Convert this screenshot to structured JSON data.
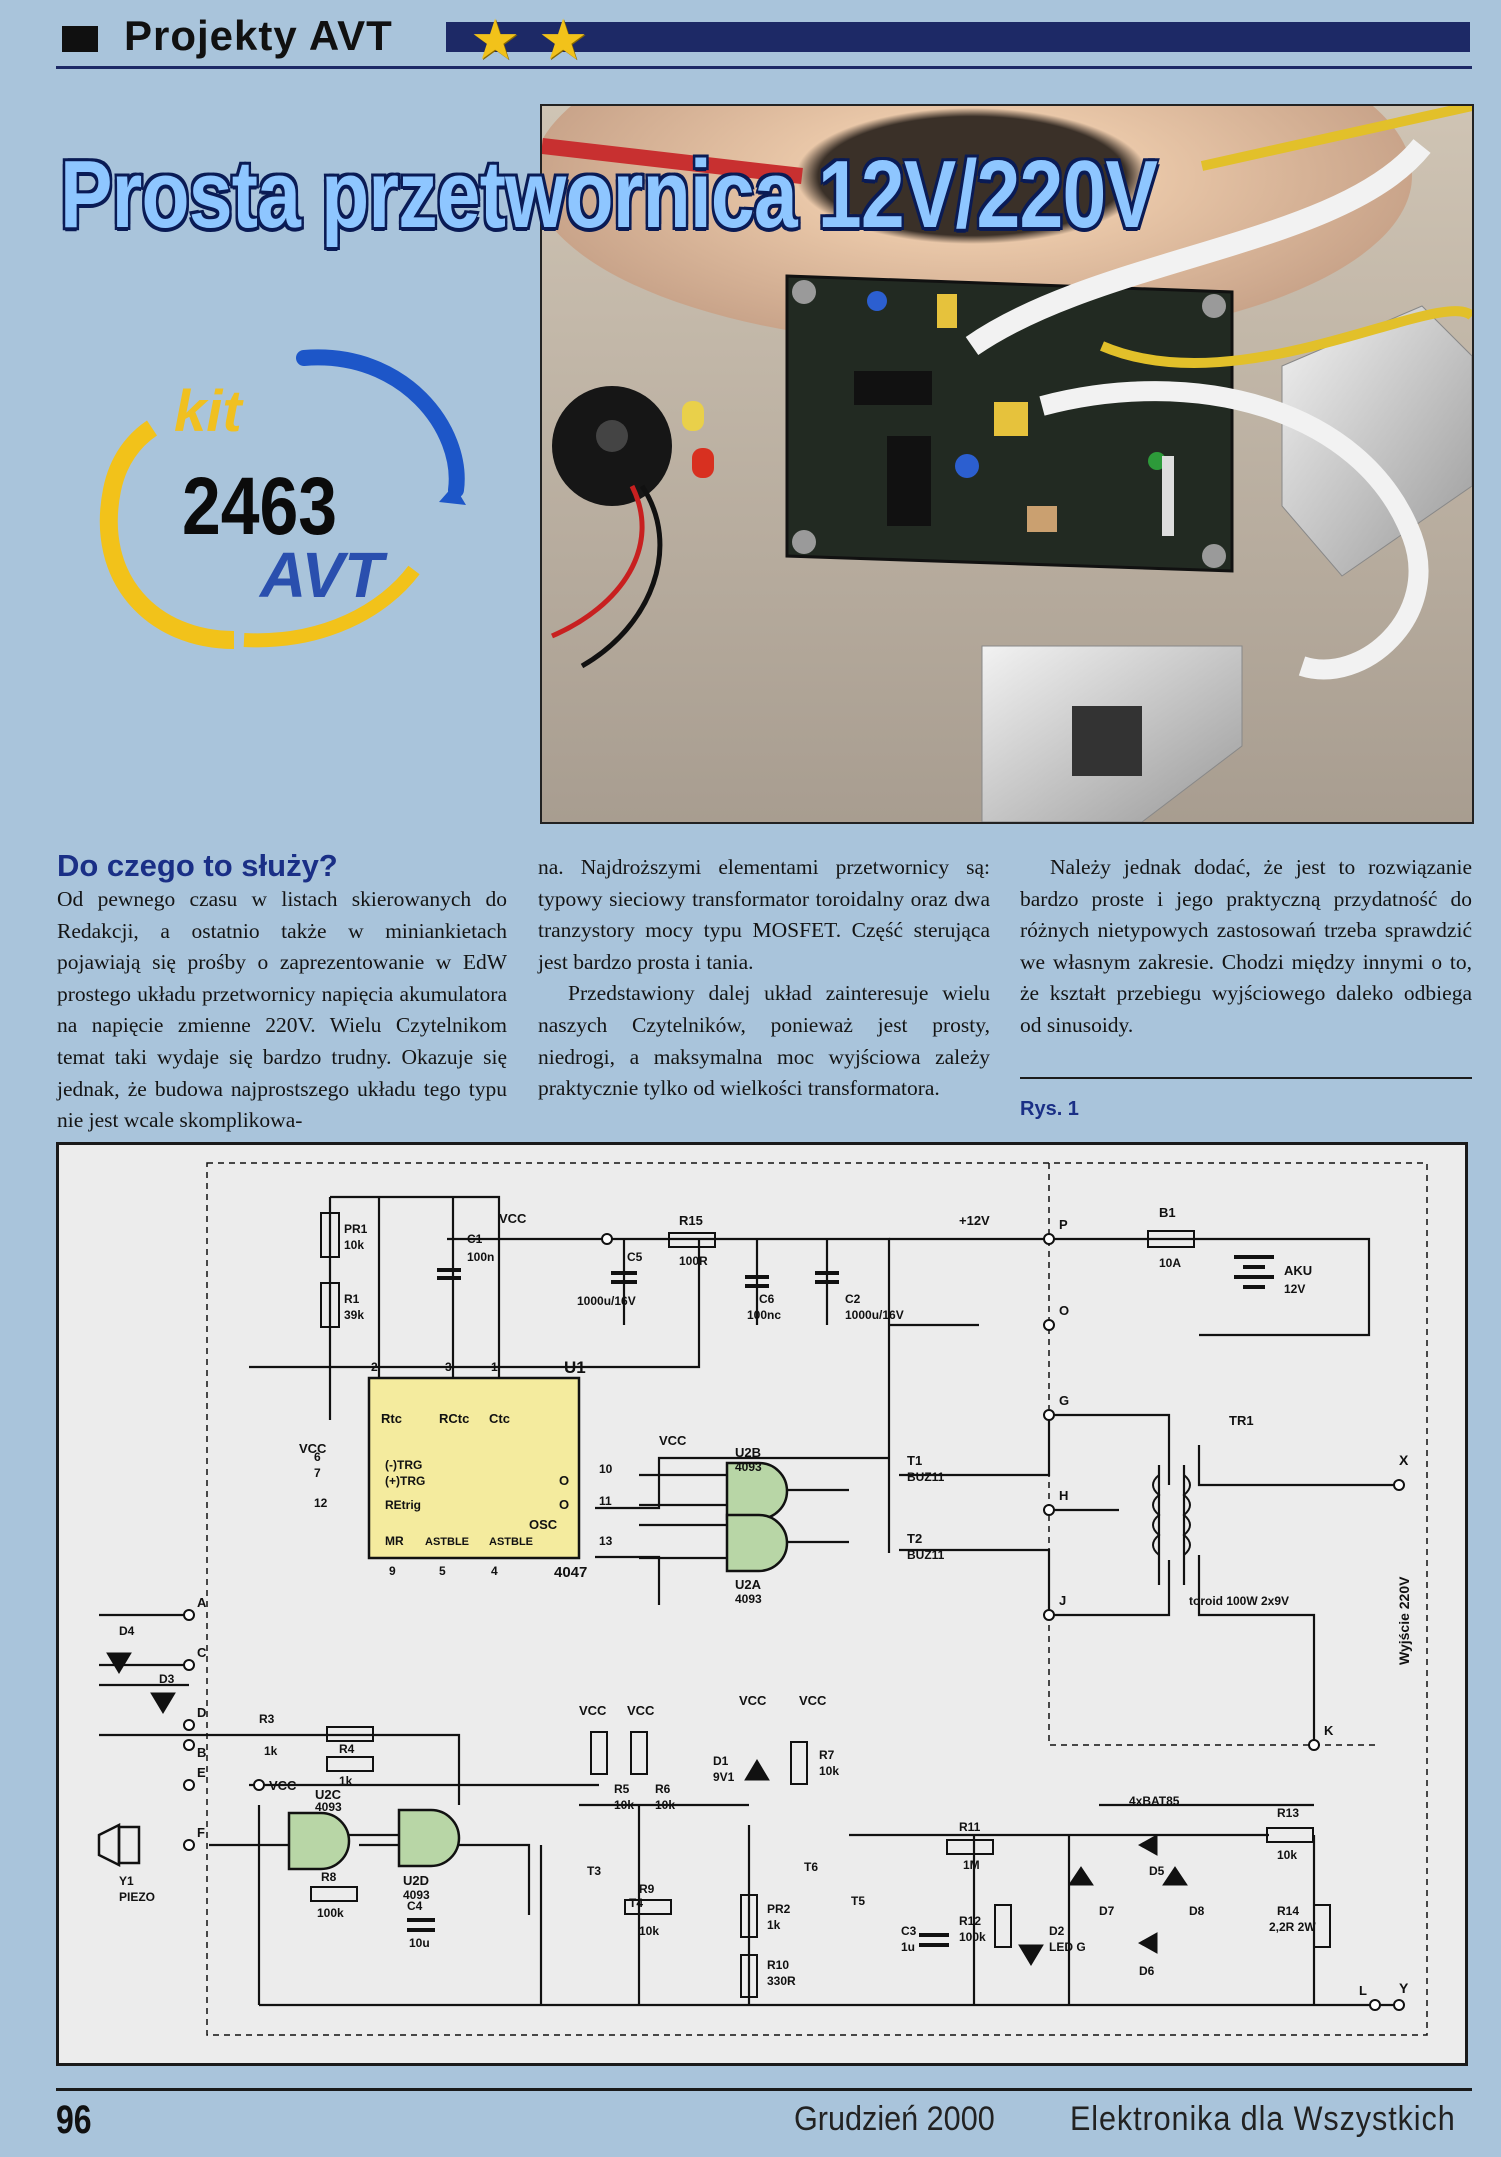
{
  "header": {
    "section": "Projekty AVT",
    "star_count": 2,
    "colors": {
      "bar": "#1d2966",
      "star": "#f2c21a"
    }
  },
  "title": "Prosta przetwornica 12V/220V",
  "kit_badge": {
    "kit": "kit",
    "number": "2463",
    "brand": "AVT"
  },
  "article": {
    "heading": "Do czego to służy?",
    "col1": [
      "Od pewnego czasu w listach skierowanych do Redakcji, a ostatnio także w miniankietach pojawiają się prośby o zaprezentowanie w EdW prostego układu przetwornicy napięcia akumulatora na napięcie zmienne 220V. Wielu Czytelnikom temat taki wydaje się bardzo trudny. Okazuje się jednak, że budowa najprostszego układu tego typu nie jest wcale skomplikowa-"
    ],
    "col2": [
      "na. Najdroższymi elementami przetwornicy są: typowy sieciowy transformator toroidalny oraz dwa tranzystory mocy typu MOSFET. Część sterująca jest bardzo prosta i tania.",
      "Przedstawiony dalej układ zainteresuje wielu naszych Czytelników, ponieważ jest prosty, niedrogi, a maksymalna moc wyjściowa zależy praktycznie tylko od wielkości transformatora."
    ],
    "col3": [
      "Należy jednak dodać, że jest to rozwiązanie bardzo proste i jego praktyczną przydatność do różnych nietypowych zastosowań trzeba sprawdzić we własnym zakresie. Chodzi między innymi o to, że kształt przebiegu wyjściowego daleko odbiega od sinusoidy."
    ]
  },
  "figure_label": "Rys. 1",
  "schematic": {
    "labels": {
      "vcc": "VCC",
      "u1": "U1",
      "u1_part": "4047",
      "pr1": "PR1",
      "pr1_val": "10k",
      "r1": "R1",
      "r1_val": "39k",
      "c1": "C1",
      "c1_val": "100n",
      "r15": "R15",
      "r15_val": "100R",
      "c5": "C5",
      "c5_val": "1000u/16V",
      "c6": "C6",
      "c6_val": "100nc",
      "c2": "C2",
      "c2_val": "1000u/16V",
      "plus12": "+12V",
      "b1": "B1",
      "b1_val": "10A",
      "aku": "AKU",
      "aku_val": "12V",
      "node_p": "P",
      "node_o": "O",
      "node_g": "G",
      "node_h": "H",
      "node_j": "J",
      "node_k": "K",
      "node_l": "L",
      "node_a": "A",
      "node_b": "B",
      "node_c": "C",
      "node_d": "D",
      "node_e": "E",
      "node_f": "F",
      "pin_rtc": "Rtc",
      "pin_rctc": "RCtc",
      "pin_ctc": "Ctc",
      "pin_ntrg": "(-)TRG",
      "pin_ptrg": "(+)TRG",
      "pin_retrig": "REtrig",
      "pin_mr": "MR",
      "pin_astble": "ASTBLE",
      "pin_nastble": "ASTBLE",
      "pin_osc": "OSC",
      "pin_o": "O",
      "pin_no": "O",
      "u2b": "U2B",
      "u2a": "U2A",
      "u2c": "U2C",
      "u2d": "U2D",
      "u2_part": "4093",
      "t1": "T1",
      "t2": "T2",
      "buz": "BUZ11",
      "tr1": "TR1",
      "toroid": "toroid 100W 2x9V",
      "out": "Wyjście 220V",
      "x": "X",
      "y": "Y",
      "d4": "D4",
      "d3": "D3",
      "r3": "R3",
      "r3_val": "1k",
      "r4": "R4",
      "r4_val": "1k",
      "y1": "Y1",
      "piezo": "PIEZO",
      "r8": "R8",
      "r8_val": "100k",
      "c4": "C4",
      "c4_val": "10u",
      "r5": "R5",
      "r5_val": "10k",
      "r6": "R6",
      "r6_val": "10k",
      "t3": "T3",
      "t4": "T4",
      "r9": "R9",
      "r9_val": "10k",
      "d1": "D1",
      "d1_val": "9V1",
      "pr2": "PR2",
      "pr2_val": "1k",
      "r10": "R10",
      "r10_val": "330R",
      "r7": "R7",
      "r7_val": "10k",
      "t5": "T5",
      "t6": "T6",
      "c3": "C3",
      "c3_val": "1u",
      "r11": "R11",
      "r11_val": "1M",
      "r12": "R12",
      "r12_val": "100k",
      "d2": "D2",
      "d2_val": "LED G",
      "bat": "4xBAT85",
      "d5": "D5",
      "d6": "D6",
      "d7": "D7",
      "d8": "D8",
      "r13": "R13",
      "r13_val": "10k",
      "r14": "R14",
      "r14_val": "2,2R 2W",
      "p2": "2",
      "p3": "3",
      "p1": "1",
      "p9": "9",
      "p5": "5",
      "p4": "4",
      "p6": "6",
      "p7": "7",
      "p12": "12",
      "p10": "10",
      "p11": "11",
      "p13": "13"
    }
  },
  "footer": {
    "page": "96",
    "date": "Grudzień 2000",
    "magazine": "Elektronika dla Wszystkich"
  }
}
